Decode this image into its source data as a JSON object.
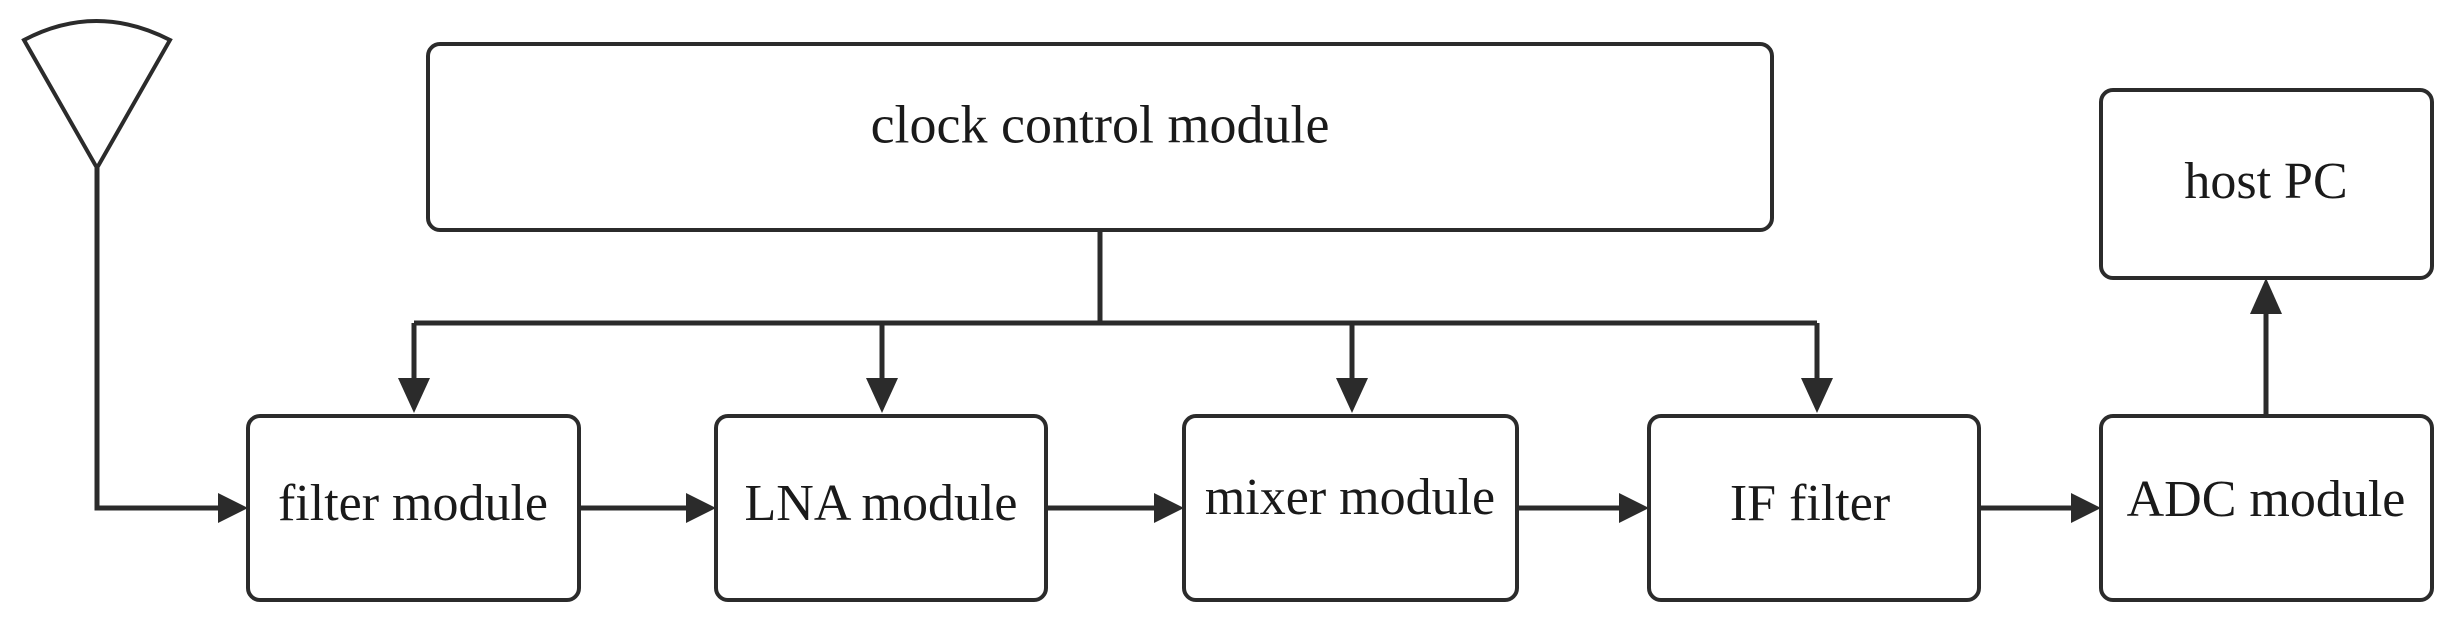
{
  "diagram": {
    "blocks": {
      "clock_control": "clock control module",
      "filter": "filter module",
      "lna": "LNA module",
      "mixer": "mixer module",
      "if_filter": "IF filter",
      "adc": "ADC module",
      "host_pc": "host PC"
    },
    "colors": {
      "stroke": "#2b2b2b",
      "text": "#1a1a1a",
      "background": "#ffffff"
    },
    "icons": [
      "antenna-icon"
    ]
  }
}
